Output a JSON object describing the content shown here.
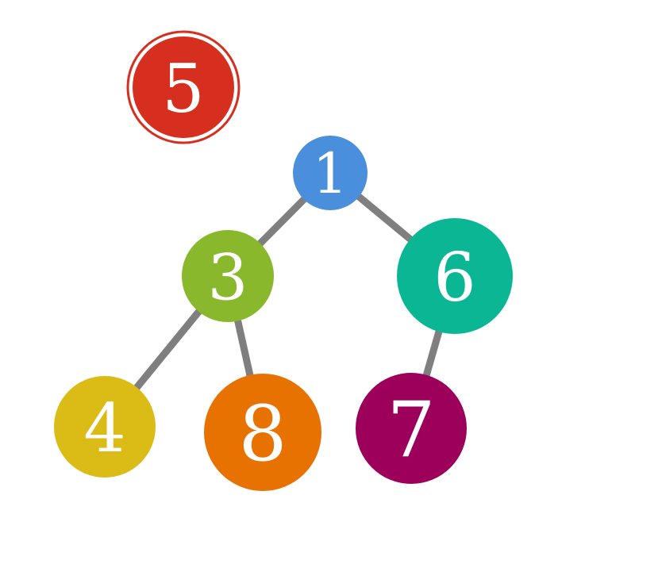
{
  "diagram": {
    "detached_node": {
      "label": "5",
      "color": "#d62f1f",
      "ring_color": "#d62f1f"
    },
    "edge_color": "#7f7f7f",
    "nodes": [
      {
        "id": "n1",
        "label": "1",
        "color": "#4a8fdb"
      },
      {
        "id": "n3",
        "label": "3",
        "color": "#8ab82d"
      },
      {
        "id": "n6",
        "label": "6",
        "color": "#0bb695"
      },
      {
        "id": "n4",
        "label": "4",
        "color": "#dbbb16"
      },
      {
        "id": "n8",
        "label": "8",
        "color": "#e87200"
      },
      {
        "id": "n7",
        "label": "7",
        "color": "#9c005b"
      }
    ],
    "edges": [
      {
        "from": "n1",
        "to": "n3"
      },
      {
        "from": "n1",
        "to": "n6"
      },
      {
        "from": "n3",
        "to": "n4"
      },
      {
        "from": "n3",
        "to": "n8"
      },
      {
        "from": "n6",
        "to": "n7"
      }
    ]
  }
}
